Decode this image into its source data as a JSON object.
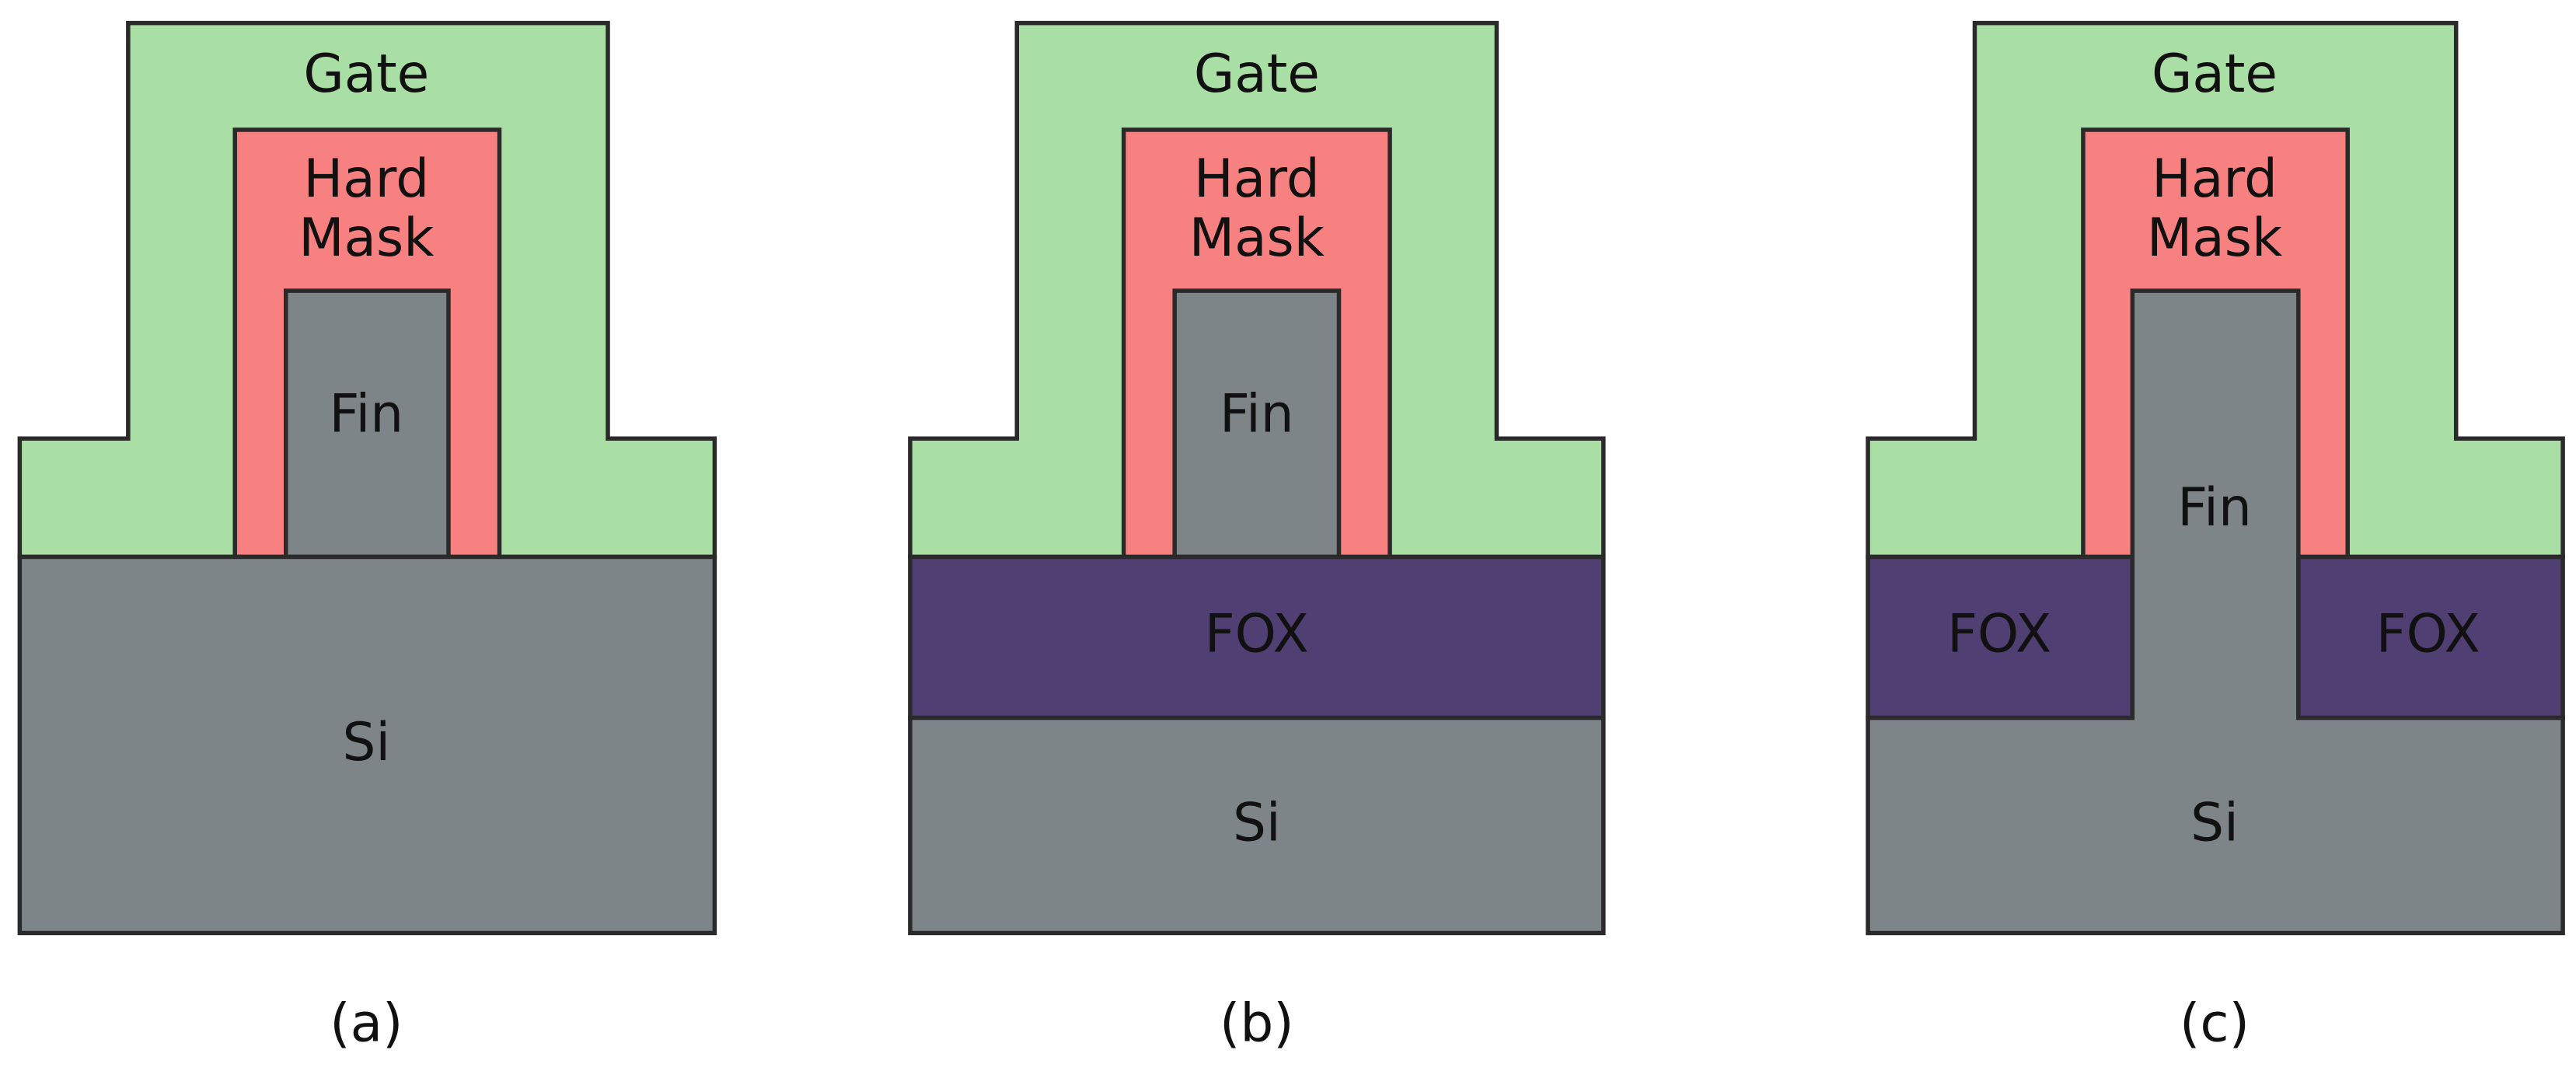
{
  "colors": {
    "gate": "#a9dea4",
    "hard_mask": "#f78080",
    "silicon": "#7e8588",
    "fox": "#4f3f72",
    "outline": "#2a2a2a"
  },
  "panels": [
    {
      "caption": "(a)",
      "labels": {
        "gate": "Gate",
        "hard_mask_line1": "Hard",
        "hard_mask_line2": "Mask",
        "fin": "Fin",
        "si": "Si"
      }
    },
    {
      "caption": "(b)",
      "labels": {
        "gate": "Gate",
        "hard_mask_line1": "Hard",
        "hard_mask_line2": "Mask",
        "fin": "Fin",
        "fox": "FOX",
        "si": "Si"
      }
    },
    {
      "caption": "(c)",
      "labels": {
        "gate": "Gate",
        "hard_mask_line1": "Hard",
        "hard_mask_line2": "Mask",
        "fin": "Fin",
        "fox_left": "FOX",
        "fox_right": "FOX",
        "si": "Si"
      }
    }
  ]
}
